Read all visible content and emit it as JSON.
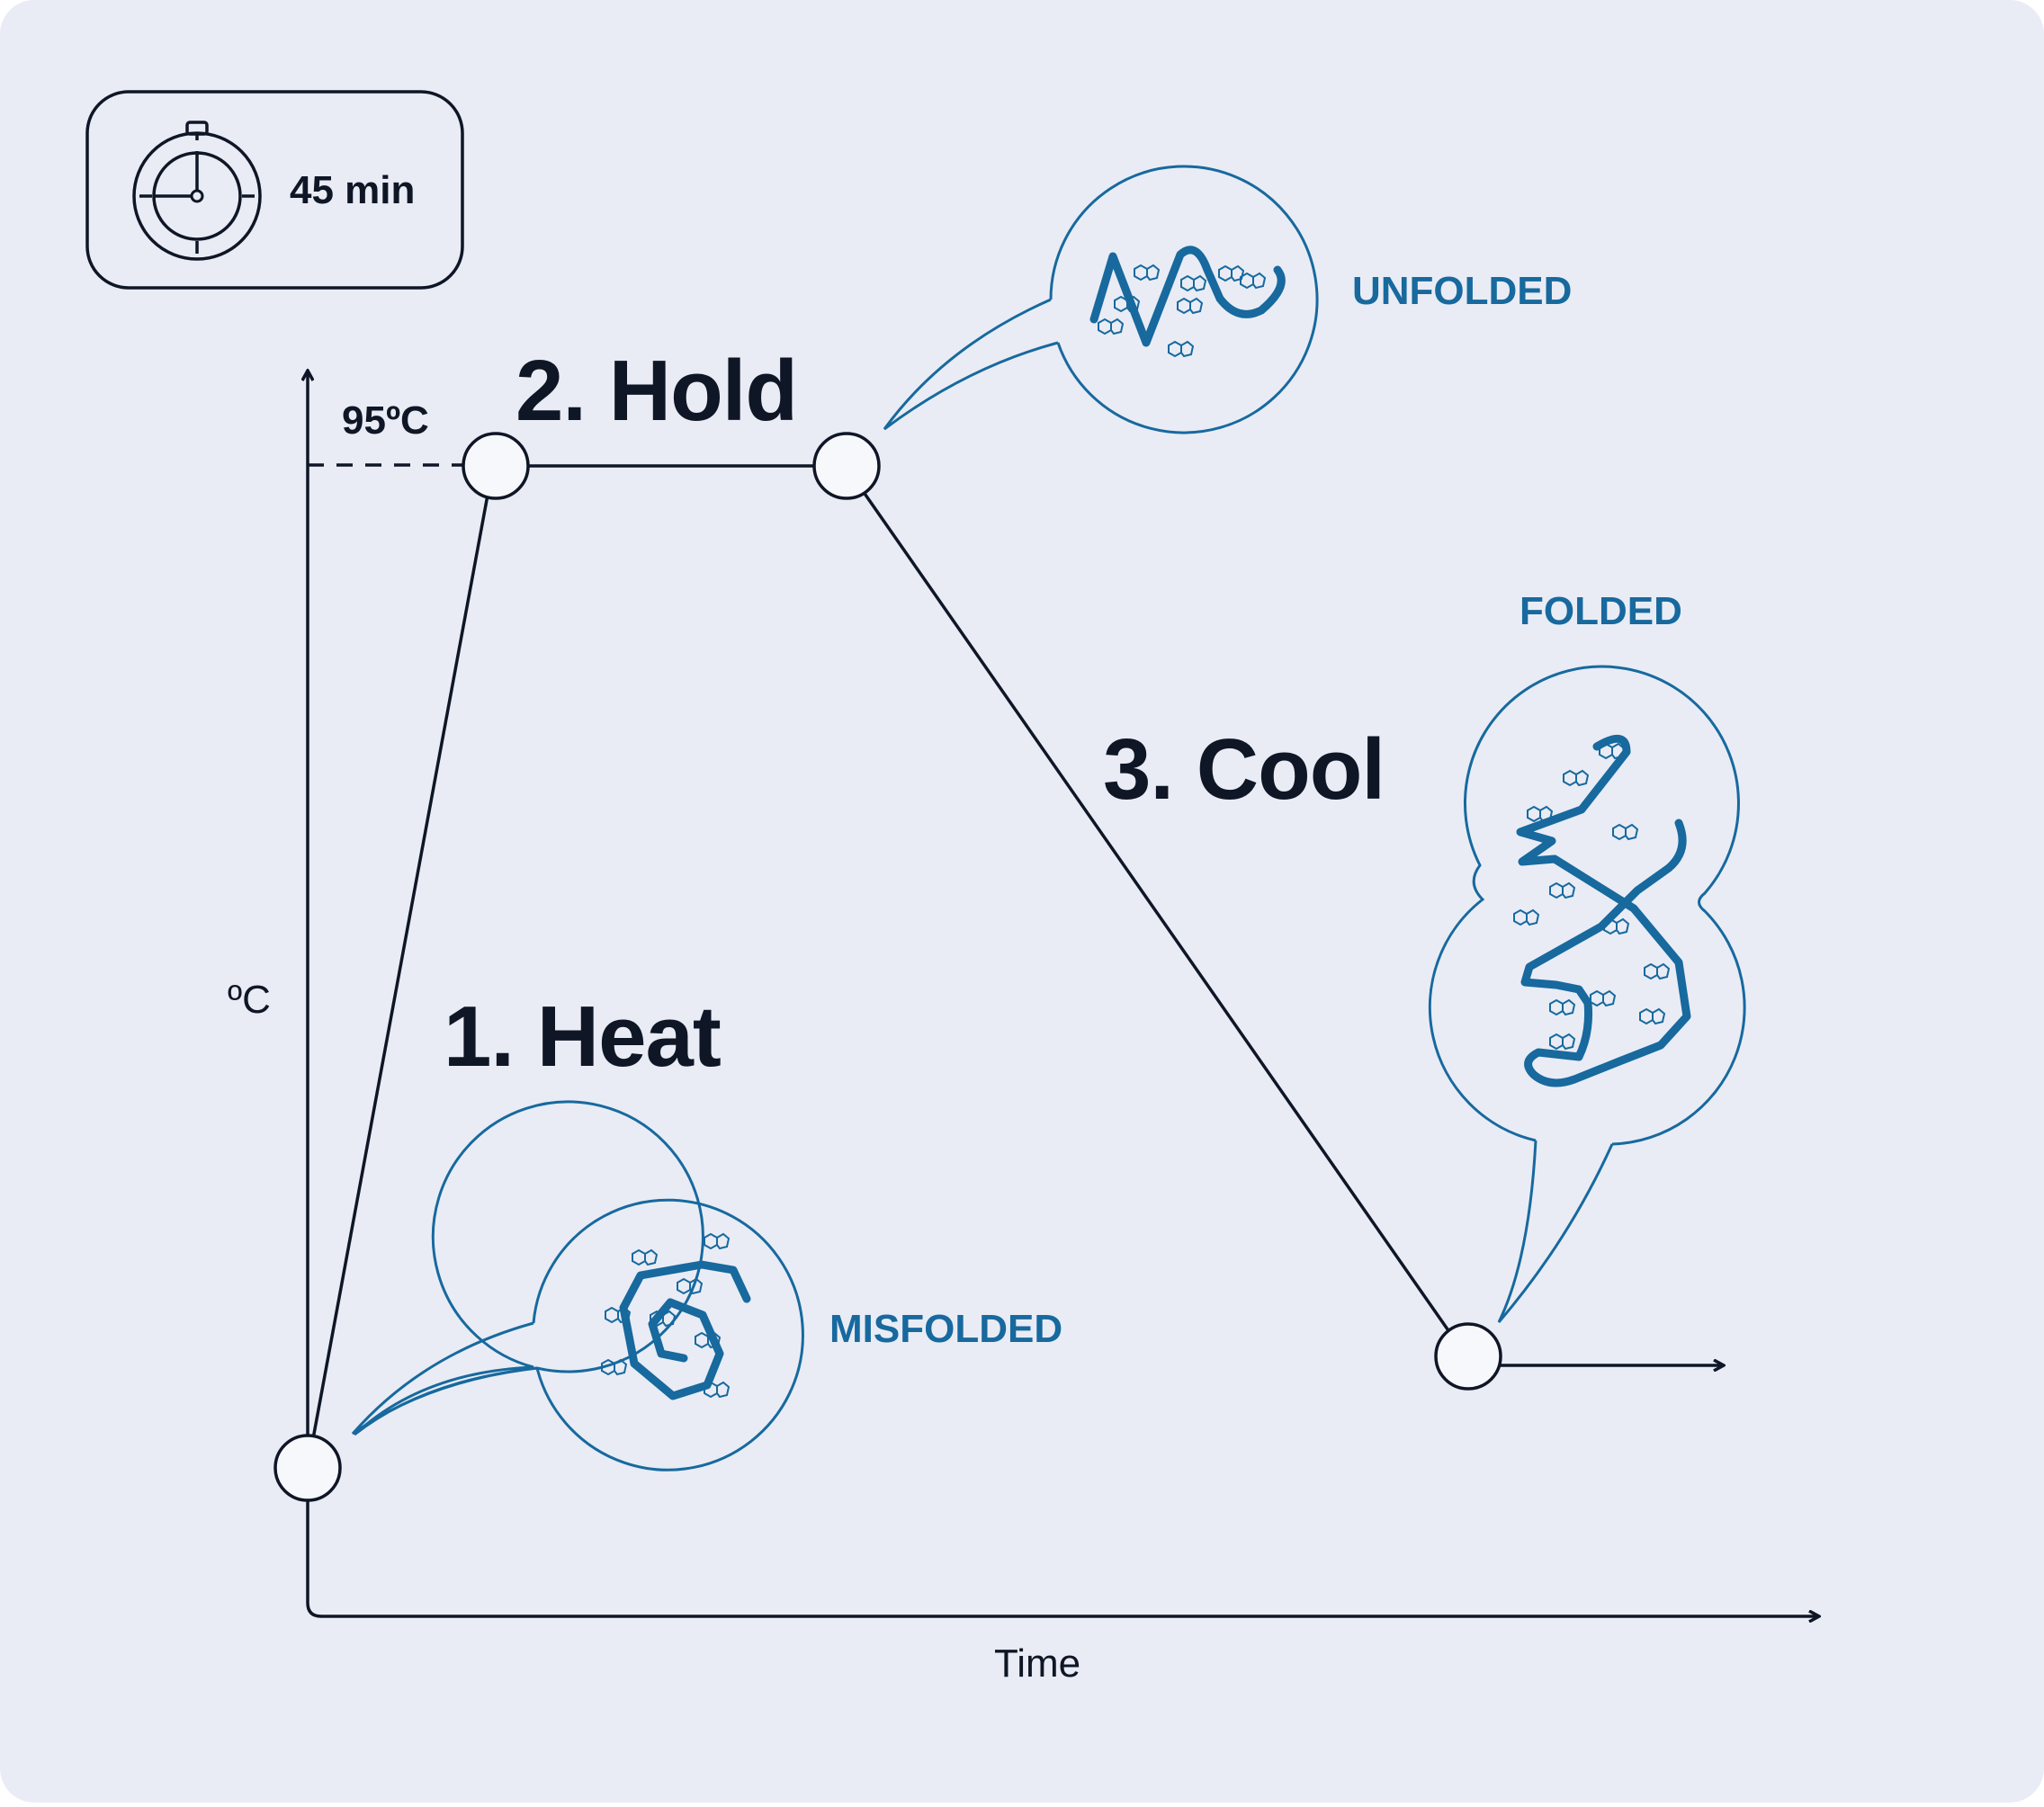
{
  "timer": {
    "label": "45 min"
  },
  "axes": {
    "y_label": "ºC",
    "x_label": "Time",
    "temperature_marker": "95ºC"
  },
  "steps": [
    {
      "label": "1. Heat"
    },
    {
      "label": "2. Hold"
    },
    {
      "label": "3. Cool"
    }
  ],
  "states": {
    "misfolded": "MISFOLDED",
    "unfolded": "UNFOLDED",
    "folded": "FOLDED"
  },
  "colors": {
    "background": "#e9ecf5",
    "accent": "#17699e",
    "ink": "#0f1626",
    "node_fill": "#f7f8fc"
  }
}
